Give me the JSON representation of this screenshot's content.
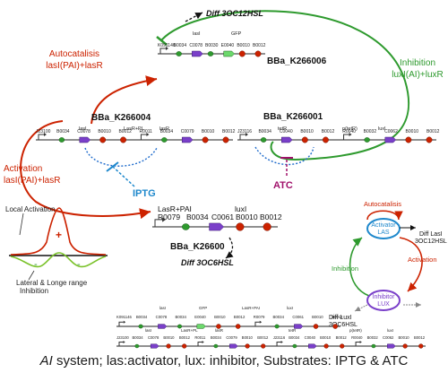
{
  "caption": {
    "prefix": "AI",
    "rest": " system; las:activator, lux: inhibitor, Substrates: IPTG & ATC"
  },
  "labels": {
    "diff_3oc12hsl": "Diff 3OC12HSL",
    "diff_3oc6hsl": "Diff 3OC6HSL",
    "autocatalisis_1": "Autocatalisis",
    "autocatalisis_2": "lasI(PAI)+lasR",
    "activation_1": "Activation",
    "activation_2": "lasI(PAI)+lasR",
    "inhibition_1": "Inhibition",
    "inhibition_2": "luxI(AI)+luxR",
    "iptg": "IPTG",
    "atc": "ATC",
    "local_activation": "Local Activation",
    "lateral_1": "Lateral & Longe range",
    "lateral_2": "Inhibition",
    "plus": "+",
    "minus": "-"
  },
  "parts": {
    "k266006": "BBa_K266006",
    "k266004": "BBa_K266004",
    "k266001": "BBa_K266001",
    "k26600": "BBa_K26600",
    "big_1": "LasR+PAI",
    "big_2": "luxI",
    "big_3": "R0079",
    "big_4": "B0034",
    "big_5": "C0061",
    "big_6": "B0010",
    "big_7": "B0012",
    "c1_names": [
      "lasI",
      "GFP"
    ],
    "c1_codes": [
      "K091146",
      "B0034",
      "C0078",
      "B0030",
      "E0040",
      "B0010",
      "B0012"
    ],
    "c2_names": [
      "lasI",
      "LasR+PL",
      "lasR"
    ],
    "c2_codes": [
      "J23100",
      "B0034",
      "C0078",
      "B0010",
      "B0012",
      "R0011",
      "B0034",
      "C0079",
      "B0010",
      "B0012"
    ],
    "c3_names": [
      "tetR",
      "p(tetR)",
      "luxI"
    ],
    "c3_codes": [
      "J23116",
      "B0034",
      "C0040",
      "B0010",
      "B0012",
      "R0040",
      "B0032",
      "C0062",
      "B0010",
      "B0012"
    ],
    "b1_names": [
      "lasI",
      "GFP",
      "LasR+PAI",
      "luxI"
    ],
    "b1_codes": [
      "K091146",
      "B0034",
      "C0078",
      "B0034",
      "E0040",
      "B0010",
      "B0012",
      "R0079",
      "B0034",
      "C0061",
      "B0010",
      "B0012"
    ],
    "b2_names": [
      "lasI",
      "LasR+PL",
      "lasR",
      "tetR",
      "p(tetR)",
      "luxI"
    ],
    "b2_codes": [
      "J23100",
      "B0034",
      "C0078",
      "B0010",
      "B0012",
      "R0011",
      "B0034",
      "C0079",
      "B0010",
      "B0012",
      "J23116",
      "B0034",
      "C0040",
      "B0010",
      "B0012",
      "R0040",
      "B0032",
      "C0062",
      "B0010",
      "B0012"
    ]
  },
  "network": {
    "autocatalisis": "Autocatalisis",
    "activator_1": "Activator",
    "activator_2": "LAS",
    "inhibitor_1": "Inhibitor",
    "inhibitor_2": "LUX",
    "activation": "Activation",
    "inhibition": "Inhibition",
    "diff_lasi_1": "Diff LasI",
    "diff_lasi_2": "3OC12HSL",
    "diff_luxi_1": "Diff LuxI",
    "diff_luxi_2": "3OC6HSL"
  },
  "colors": {
    "red": "#cc2200",
    "green": "#2e9a2e",
    "blue": "#1e88cc",
    "purple": "#7a3fc9",
    "magenta": "#a0106a",
    "cyan": "#3fb0e0"
  }
}
